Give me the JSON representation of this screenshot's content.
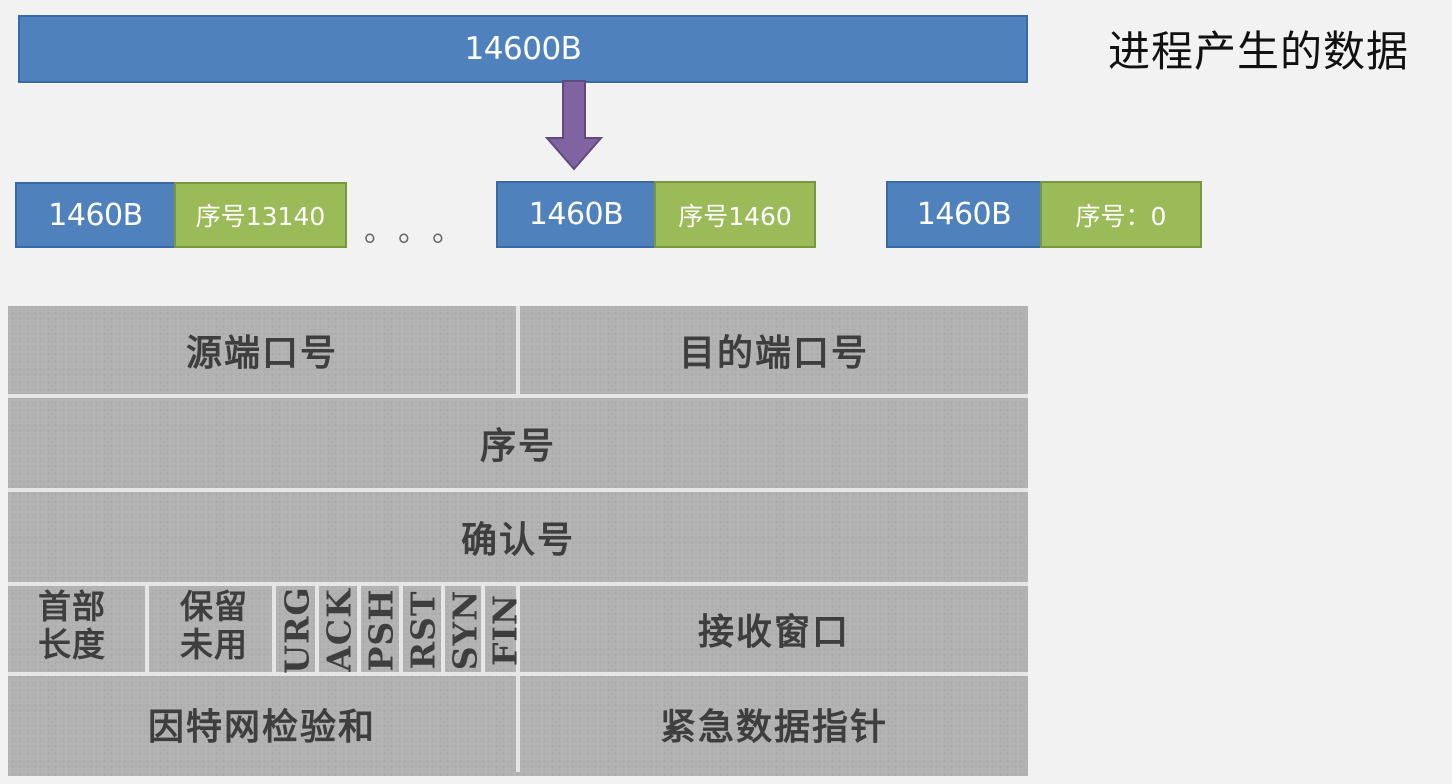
{
  "diagram": {
    "data_bar": {
      "label": "14600B"
    },
    "caption": "进程产生的数据",
    "segments": [
      {
        "size": "1460B",
        "seq": "序号13140"
      },
      {
        "size": "1460B",
        "seq": "序号1460"
      },
      {
        "size": "1460B",
        "seq": "序号：0"
      }
    ],
    "ellipsis": "。。。"
  },
  "tcp_header": {
    "source_port": "源端口号",
    "dest_port": "目的端口号",
    "sequence_number": "序号",
    "ack_number": "确认号",
    "header_length": [
      "首部",
      "长度"
    ],
    "reserved": [
      "保留",
      "未用"
    ],
    "flags": [
      "URG",
      "ACK",
      "PSH",
      "RST",
      "SYN",
      "FIN"
    ],
    "receive_window": "接收窗口",
    "checksum": "因特网检验和",
    "urgent_pointer": "紧急数据指针"
  },
  "colors": {
    "blue": "#4f81bd",
    "green": "#9bbb59",
    "arrow": "#8064a2",
    "header_gray": "#b1b1b1"
  }
}
